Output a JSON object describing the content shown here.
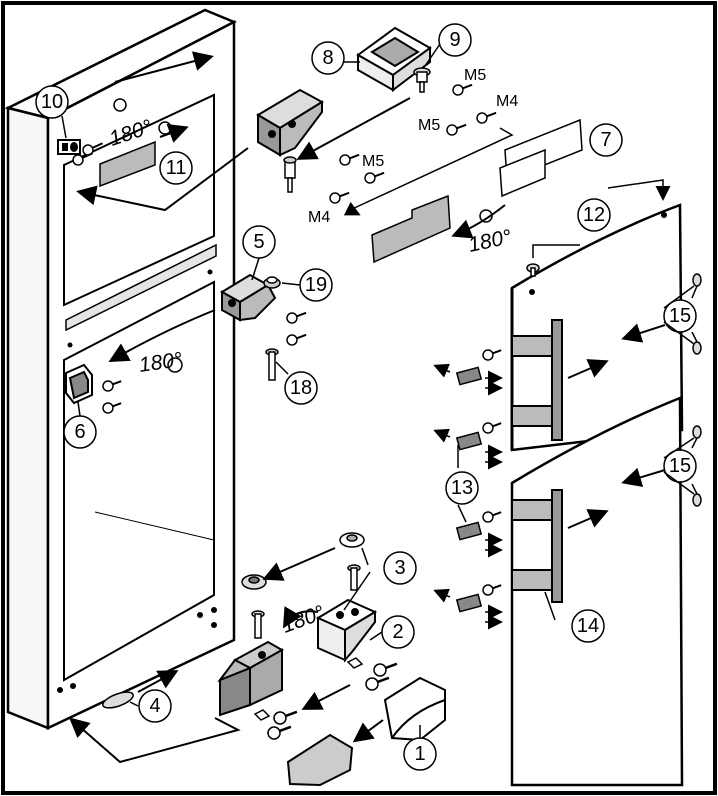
{
  "callouts": [
    "1",
    "2",
    "3",
    "4",
    "5",
    "6",
    "7",
    "8",
    "9",
    "10",
    "11",
    "12",
    "13",
    "14",
    "15",
    "18",
    "19"
  ],
  "screws": {
    "m5": "M5",
    "m4": "M4"
  },
  "angle": "180°"
}
